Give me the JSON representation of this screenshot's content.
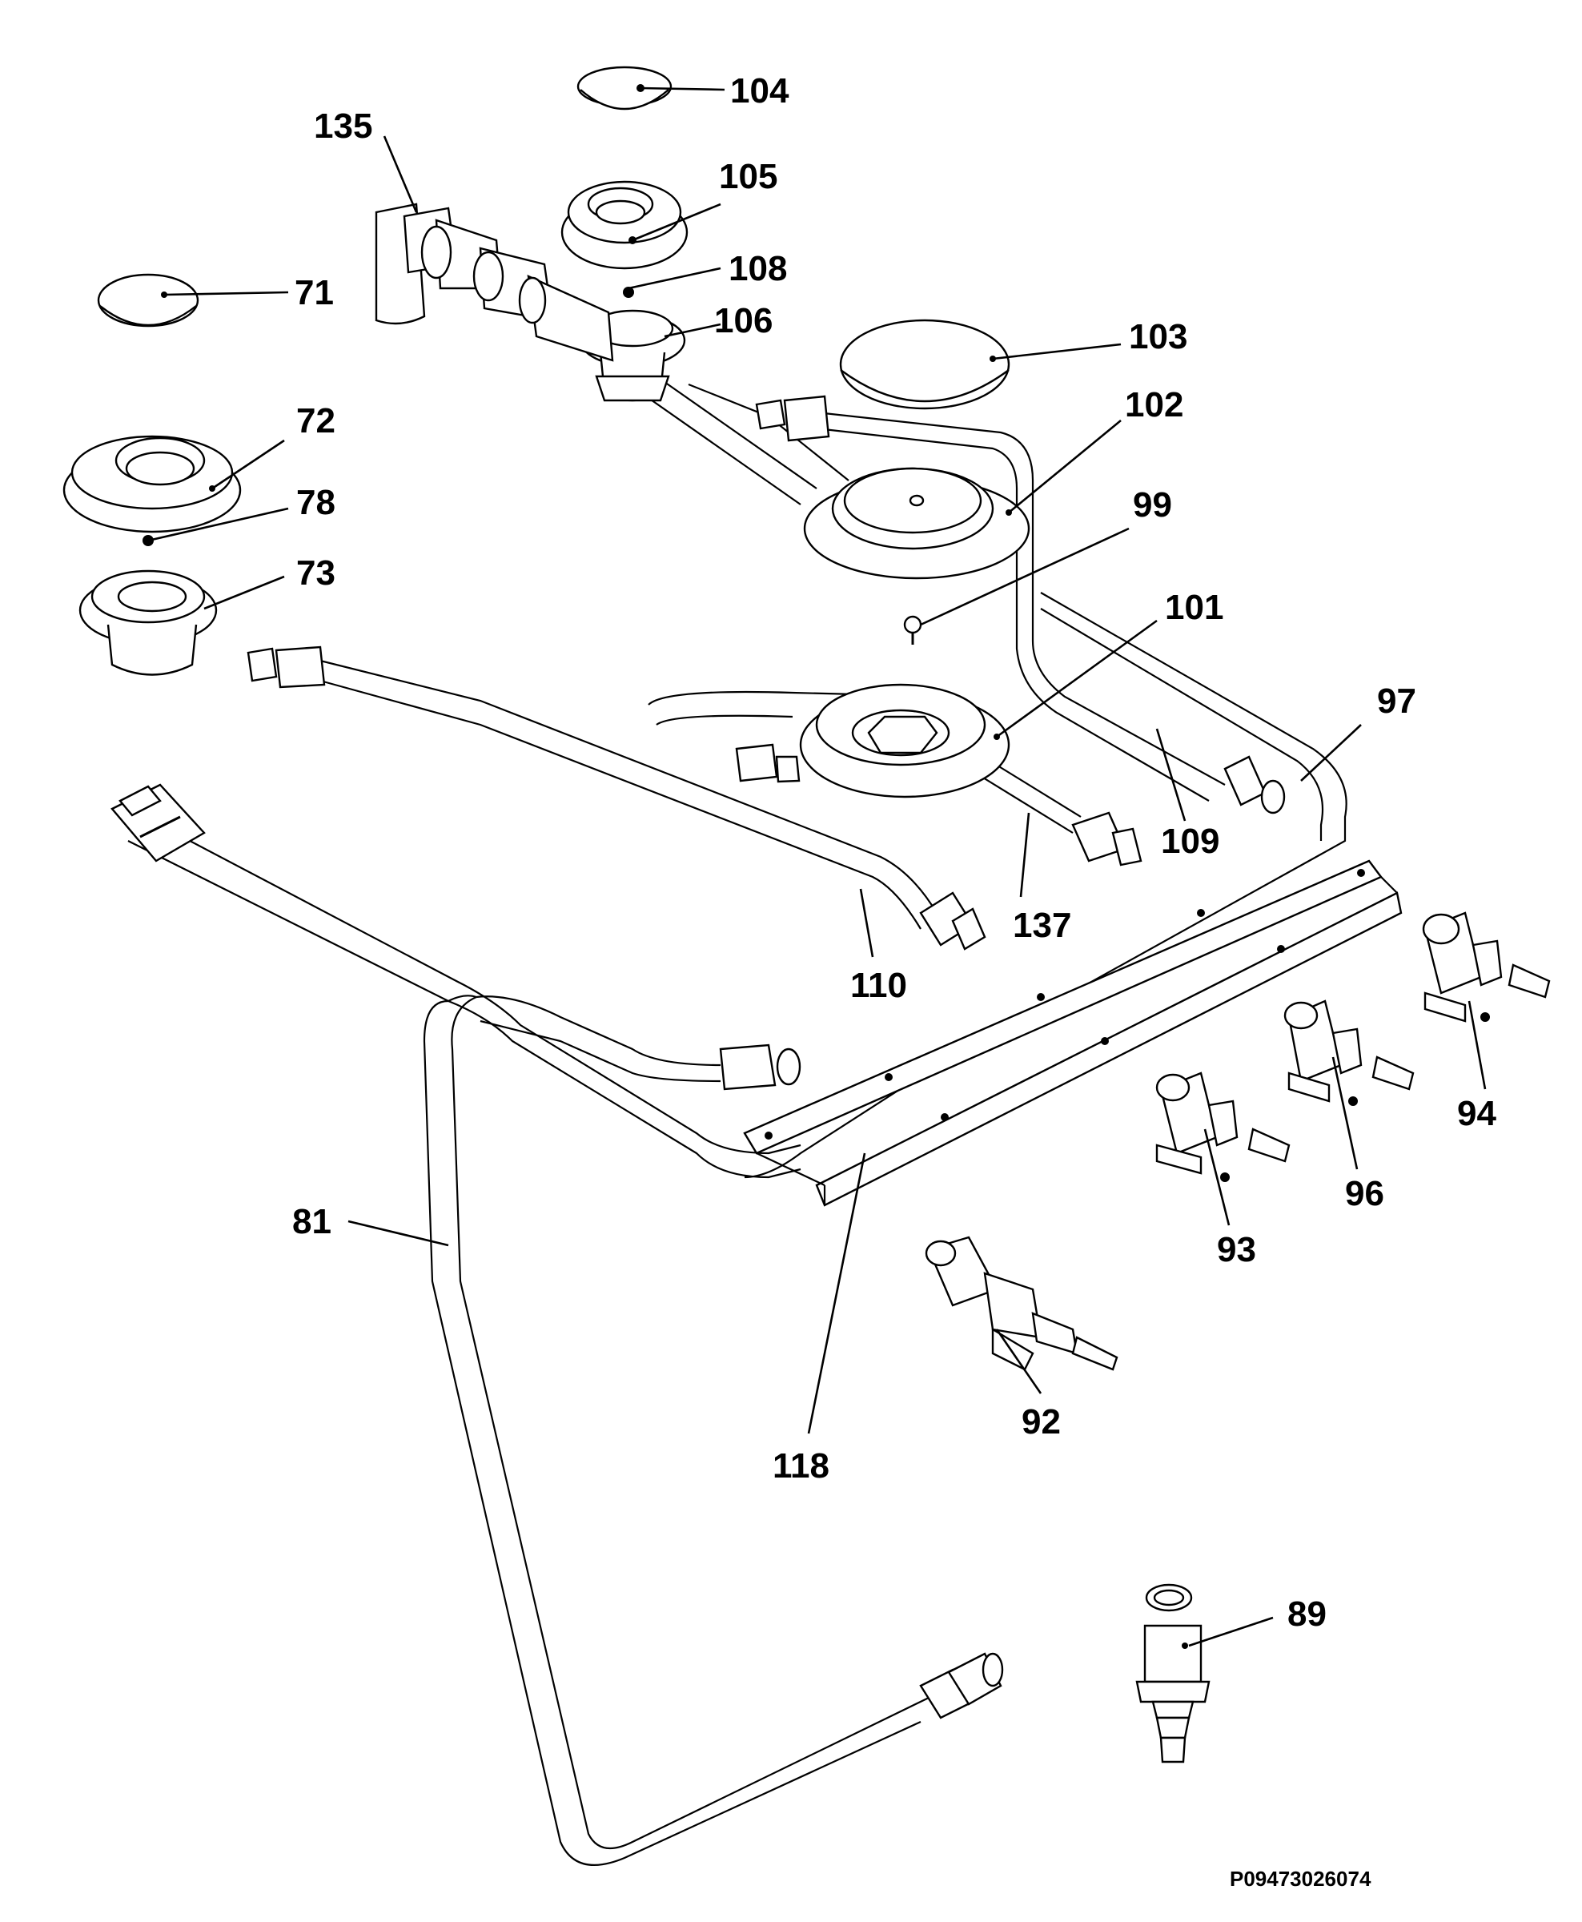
{
  "callouts": {
    "c104": "104",
    "c135": "135",
    "c105": "105",
    "c108": "108",
    "c71": "71",
    "c106": "106",
    "c103": "103",
    "c72": "72",
    "c102": "102",
    "c78": "78",
    "c99": "99",
    "c73": "73",
    "c101": "101",
    "c97": "97",
    "c109": "109",
    "c137": "137",
    "c110": "110",
    "c94": "94",
    "c96": "96",
    "c93": "93",
    "c81": "81",
    "c92": "92",
    "c118": "118",
    "c89": "89"
  },
  "reference": "P09473026074"
}
